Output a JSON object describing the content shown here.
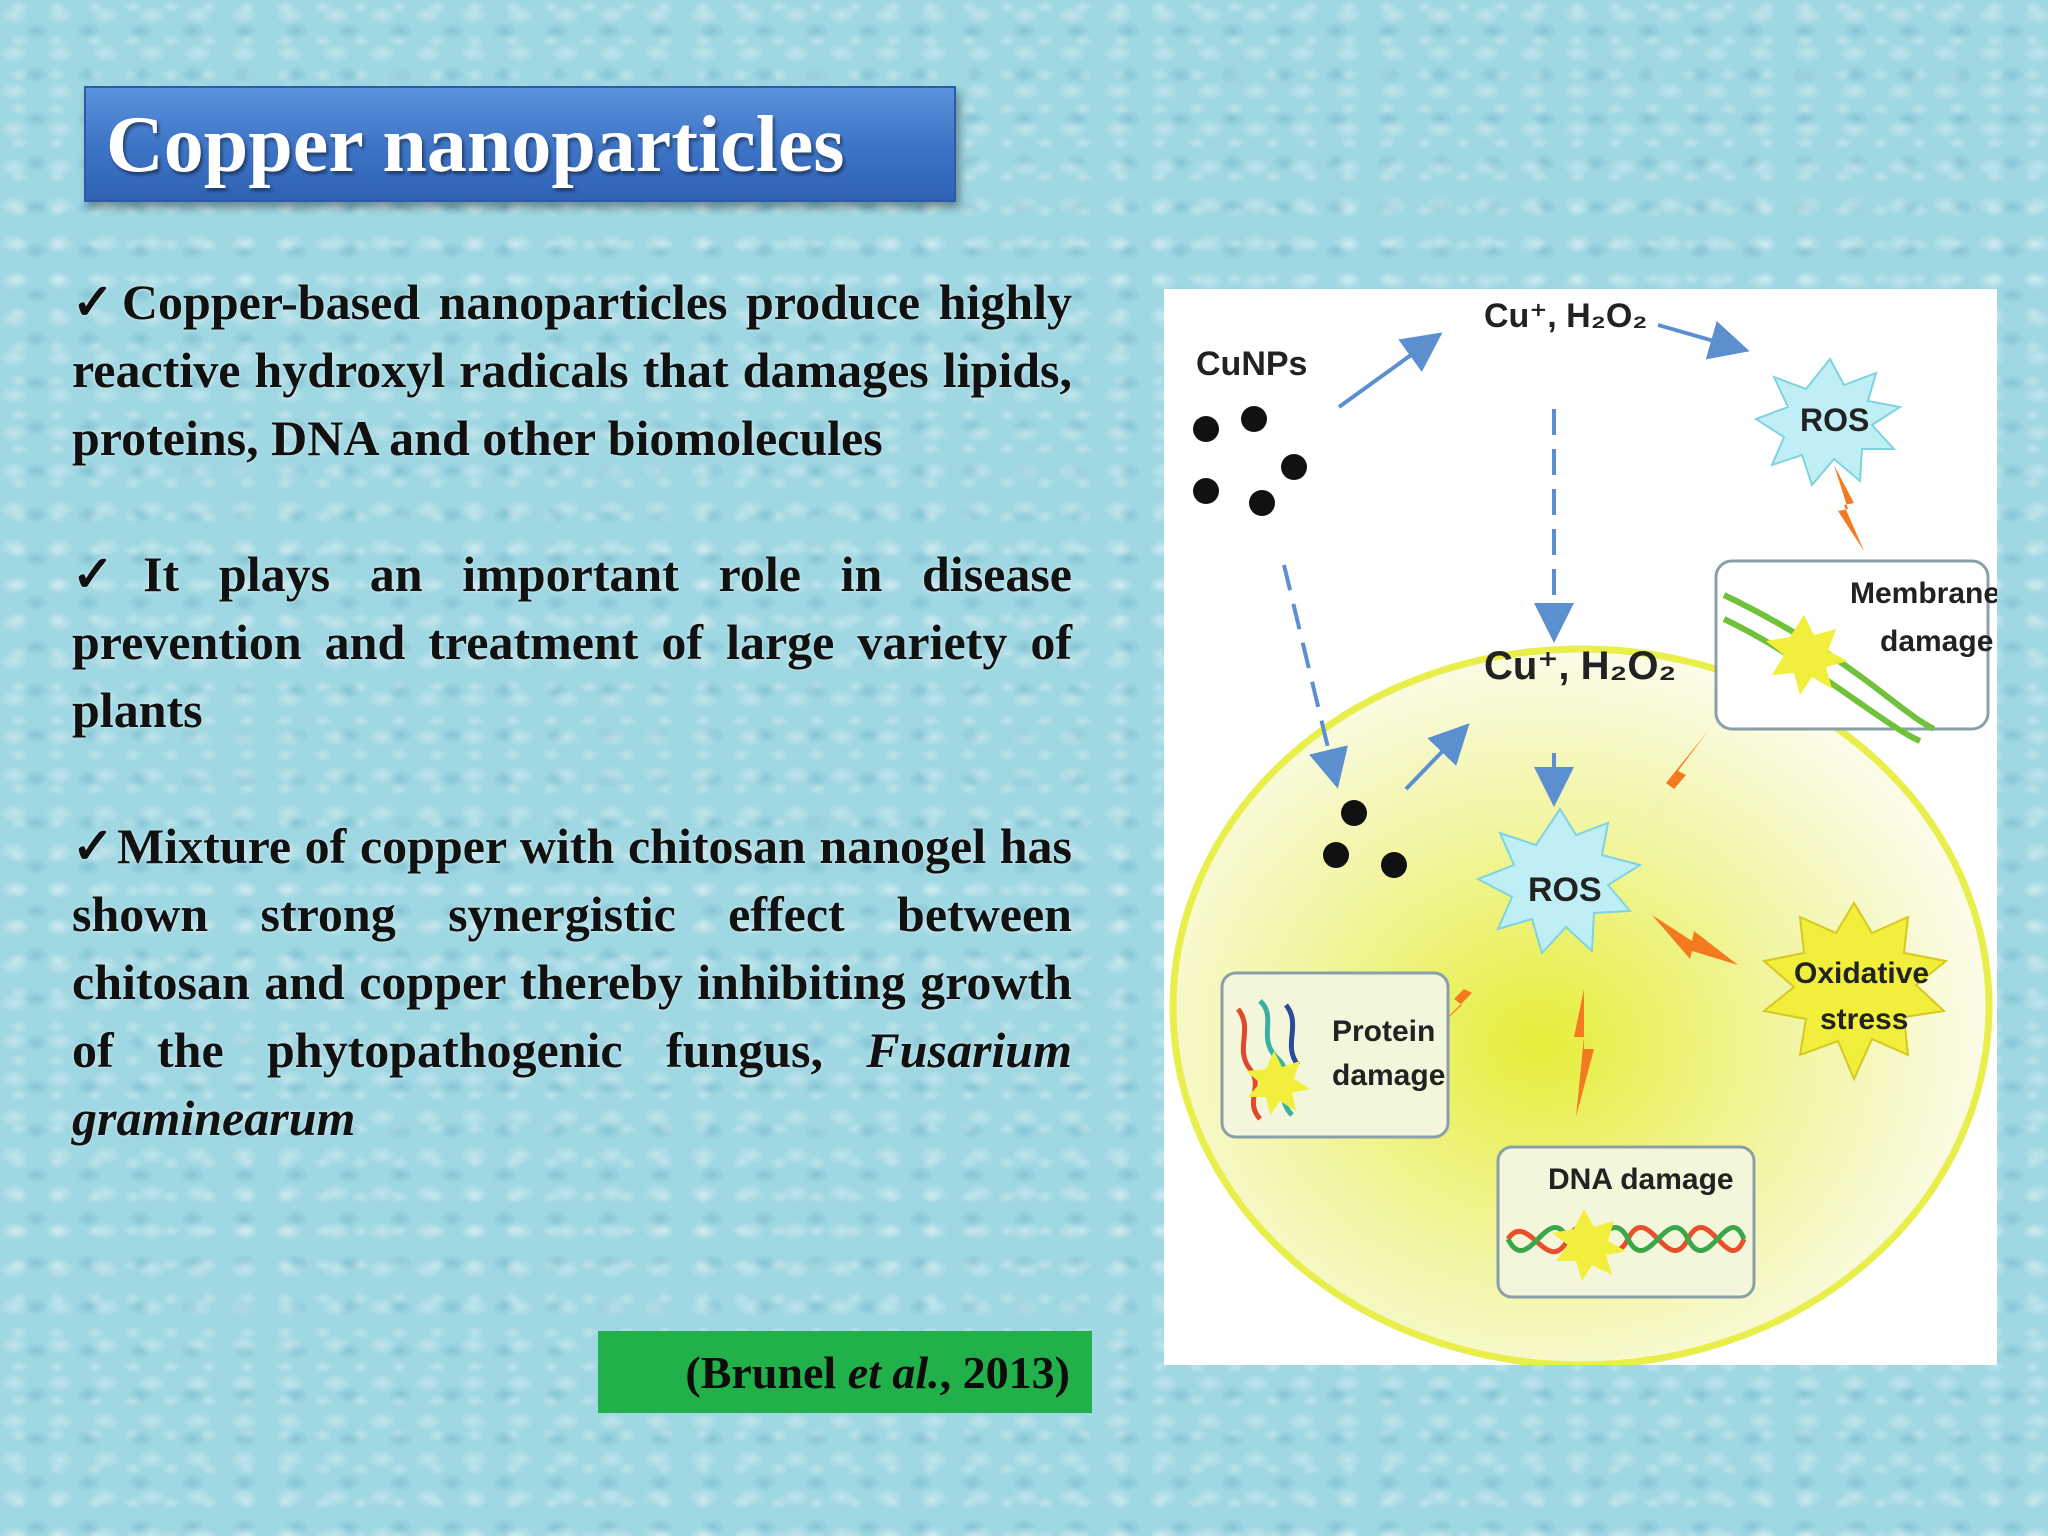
{
  "slide": {
    "title": "Copper nanoparticles",
    "check_glyph": "✓",
    "bullet1": "Copper-based nanoparticles produce highly reactive hydroxyl radicals that damages lipids, proteins, DNA and other biomolecules",
    "bullet2": "It plays an important role in disease prevention and treatment of large variety of plants",
    "bullet3_text": "Mixture of copper with chitosan nanogel has shown strong synergistic effect between chitosan and copper thereby inhibiting growth of the phytopathogenic fungus,",
    "bullet3_species": "Fusarium graminearum",
    "citation_open": "(Brunel ",
    "citation_etal": "et al.",
    "citation_close": ", 2013)"
  },
  "diagram": {
    "cunps": "CuNPs",
    "cu_h2o2_outside": "Cu⁺, H₂O₂",
    "cu_h2o2_inside": "Cu⁺, H₂O₂",
    "ros_outside": "ROS",
    "ros_inside": "ROS",
    "membrane_line1": "Membrane",
    "membrane_line2": "damage",
    "oxidative_line1": "Oxidative",
    "oxidative_line2": "stress",
    "protein_line1": "Protein",
    "protein_line2": "damage",
    "dna_damage": "DNA damage"
  },
  "colors": {
    "title_bar": "#3d73c5",
    "citation_bg": "#22b04a",
    "cell_fill": "#eef27a",
    "ros_burst": "#bfeff5",
    "oxidative_burst": "#f2ee3c",
    "lightning": "#f47a20",
    "arrow": "#5b8fd0"
  }
}
